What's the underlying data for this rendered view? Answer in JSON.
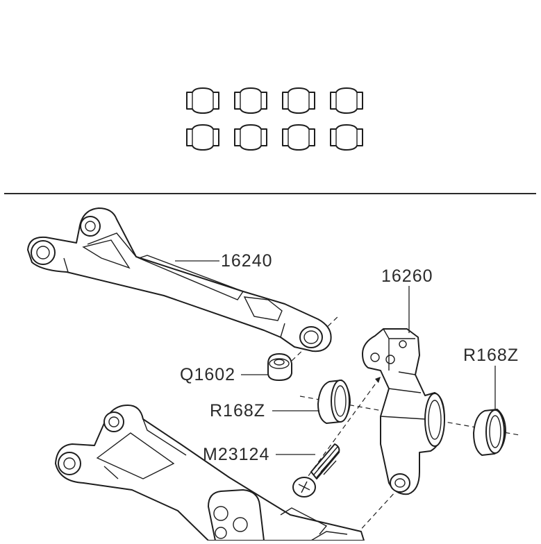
{
  "callouts": {
    "upper_arm": "16240",
    "knuckle": "16260",
    "bearing_right": "R168Z",
    "pivot_ball": "Q1602",
    "bearing_left": "R168Z",
    "screw": "M23124"
  },
  "colors": {
    "line": "#1e1e1e",
    "text": "#2a2a2a",
    "background": "#ffffff"
  },
  "icons": {
    "spare_pivot_balls": "pivot-ball-icon",
    "screw_head": "phillips-screw-icon"
  }
}
